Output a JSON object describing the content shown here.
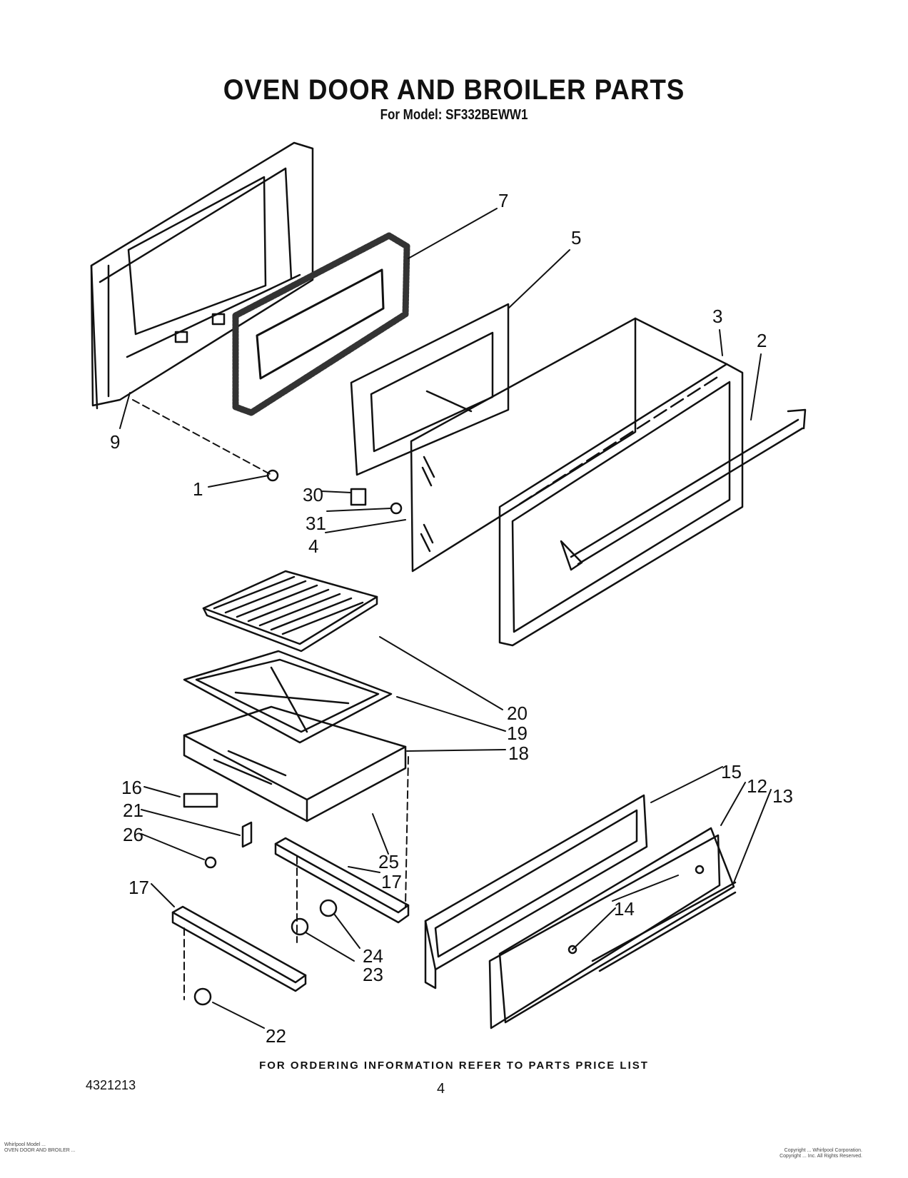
{
  "header": {
    "title": "OVEN DOOR AND BROILER PARTS",
    "subtitle": "For Model: SF332BEWW1"
  },
  "callouts": [
    {
      "id": "c1",
      "label": "1"
    },
    {
      "id": "c2",
      "label": "2"
    },
    {
      "id": "c3",
      "label": "3"
    },
    {
      "id": "c4",
      "label": "4"
    },
    {
      "id": "c5",
      "label": "5"
    },
    {
      "id": "c7",
      "label": "7"
    },
    {
      "id": "c9",
      "label": "9"
    },
    {
      "id": "c12",
      "label": "12"
    },
    {
      "id": "c13",
      "label": "13"
    },
    {
      "id": "c14",
      "label": "14"
    },
    {
      "id": "c15",
      "label": "15"
    },
    {
      "id": "c16",
      "label": "16"
    },
    {
      "id": "c17a",
      "label": "17"
    },
    {
      "id": "c17b",
      "label": "17"
    },
    {
      "id": "c18",
      "label": "18"
    },
    {
      "id": "c19",
      "label": "19"
    },
    {
      "id": "c20",
      "label": "20"
    },
    {
      "id": "c21",
      "label": "21"
    },
    {
      "id": "c22",
      "label": "22"
    },
    {
      "id": "c23",
      "label": "23"
    },
    {
      "id": "c24",
      "label": "24"
    },
    {
      "id": "c25",
      "label": "25"
    },
    {
      "id": "c26",
      "label": "26"
    },
    {
      "id": "c30",
      "label": "30"
    },
    {
      "id": "c31",
      "label": "31"
    }
  ],
  "footer": {
    "ordering_note": "FOR ORDERING INFORMATION REFER TO PARTS PRICE LIST",
    "document_number": "4321213",
    "page_number": "4"
  },
  "fineprint": {
    "left_line1": "Whirlpool Model ...",
    "left_line2": "OVEN DOOR AND BROILER ...",
    "right_line1": "Copyright ... Whirlpool Corporation.",
    "right_line2": "Copyright ... Inc. All Rights Reserved."
  }
}
